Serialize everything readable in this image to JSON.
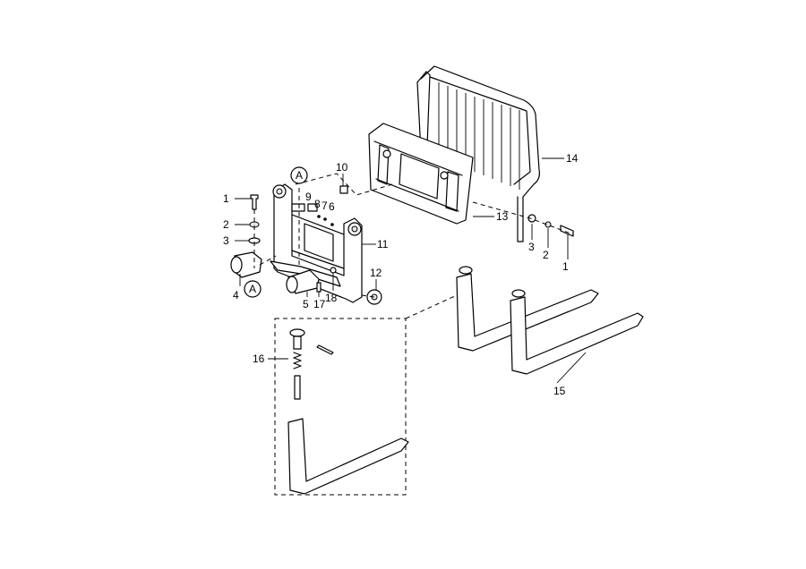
{
  "title": "Fork carriage exploded parts diagram",
  "callouts": {
    "c1_left": "1",
    "c2_left": "2",
    "c3_left": "3",
    "c4": "4",
    "c5": "5",
    "c6": "6",
    "c7": "7",
    "c8": "8",
    "c9": "9",
    "c10": "10",
    "c11": "11",
    "c12": "12",
    "c13": "13",
    "c14": "14",
    "c15": "15",
    "c16": "16",
    "c17": "17",
    "c18": "18",
    "c1_right": "1",
    "c2_right": "2",
    "c3_right": "3",
    "ref_a_top": "A",
    "ref_a_bottom": "A"
  }
}
